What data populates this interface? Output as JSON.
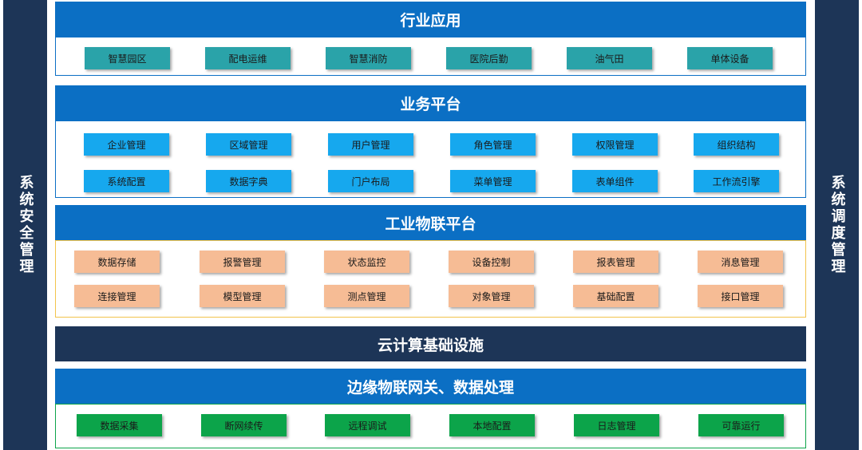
{
  "left_bar": "系统安全管理",
  "right_bar": "系统调度管理",
  "industry": {
    "title": "行业应用",
    "items": [
      "智慧园区",
      "配电运维",
      "智慧消防",
      "医院后勤",
      "油气田",
      "单体设备"
    ]
  },
  "business": {
    "title": "业务平台",
    "row1": [
      "企业管理",
      "区域管理",
      "用户管理",
      "角色管理",
      "权限管理",
      "组织结构"
    ],
    "row2": [
      "系统配置",
      "数据字典",
      "门户布局",
      "菜单管理",
      "表单组件",
      "工作流引擎"
    ]
  },
  "iot": {
    "title": "工业物联平台",
    "row1": [
      "数据存储",
      "报警管理",
      "状态监控",
      "设备控制",
      "报表管理",
      "消息管理"
    ],
    "row2": [
      "连接管理",
      "模型管理",
      "测点管理",
      "对象管理",
      "基础配置",
      "接口管理"
    ]
  },
  "cloud": {
    "title": "云计算基础设施"
  },
  "edge": {
    "title": "边缘物联网关、数据处理",
    "items": [
      "数据采集",
      "断网续传",
      "远程调试",
      "本地配置",
      "日志管理",
      "可靠运行"
    ]
  }
}
